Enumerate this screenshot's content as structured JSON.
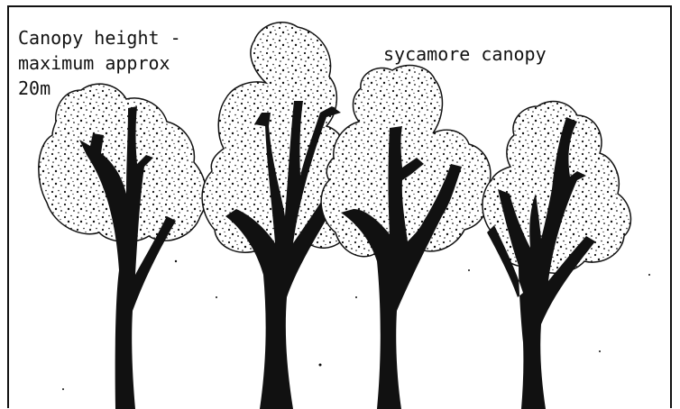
{
  "annotation": {
    "line1": "Canopy height -",
    "line2": "maximum approx",
    "line3": "20m"
  },
  "canopy_label": "sycamore canopy",
  "colors": {
    "ink": "#111111",
    "background": "#ffffff",
    "foliage_fill": "#ffffff"
  },
  "trees": [
    {
      "name": "tree-1",
      "species": "sycamore"
    },
    {
      "name": "tree-2",
      "species": "sycamore"
    },
    {
      "name": "tree-3",
      "species": "sycamore"
    },
    {
      "name": "tree-4",
      "species": "sycamore"
    }
  ]
}
